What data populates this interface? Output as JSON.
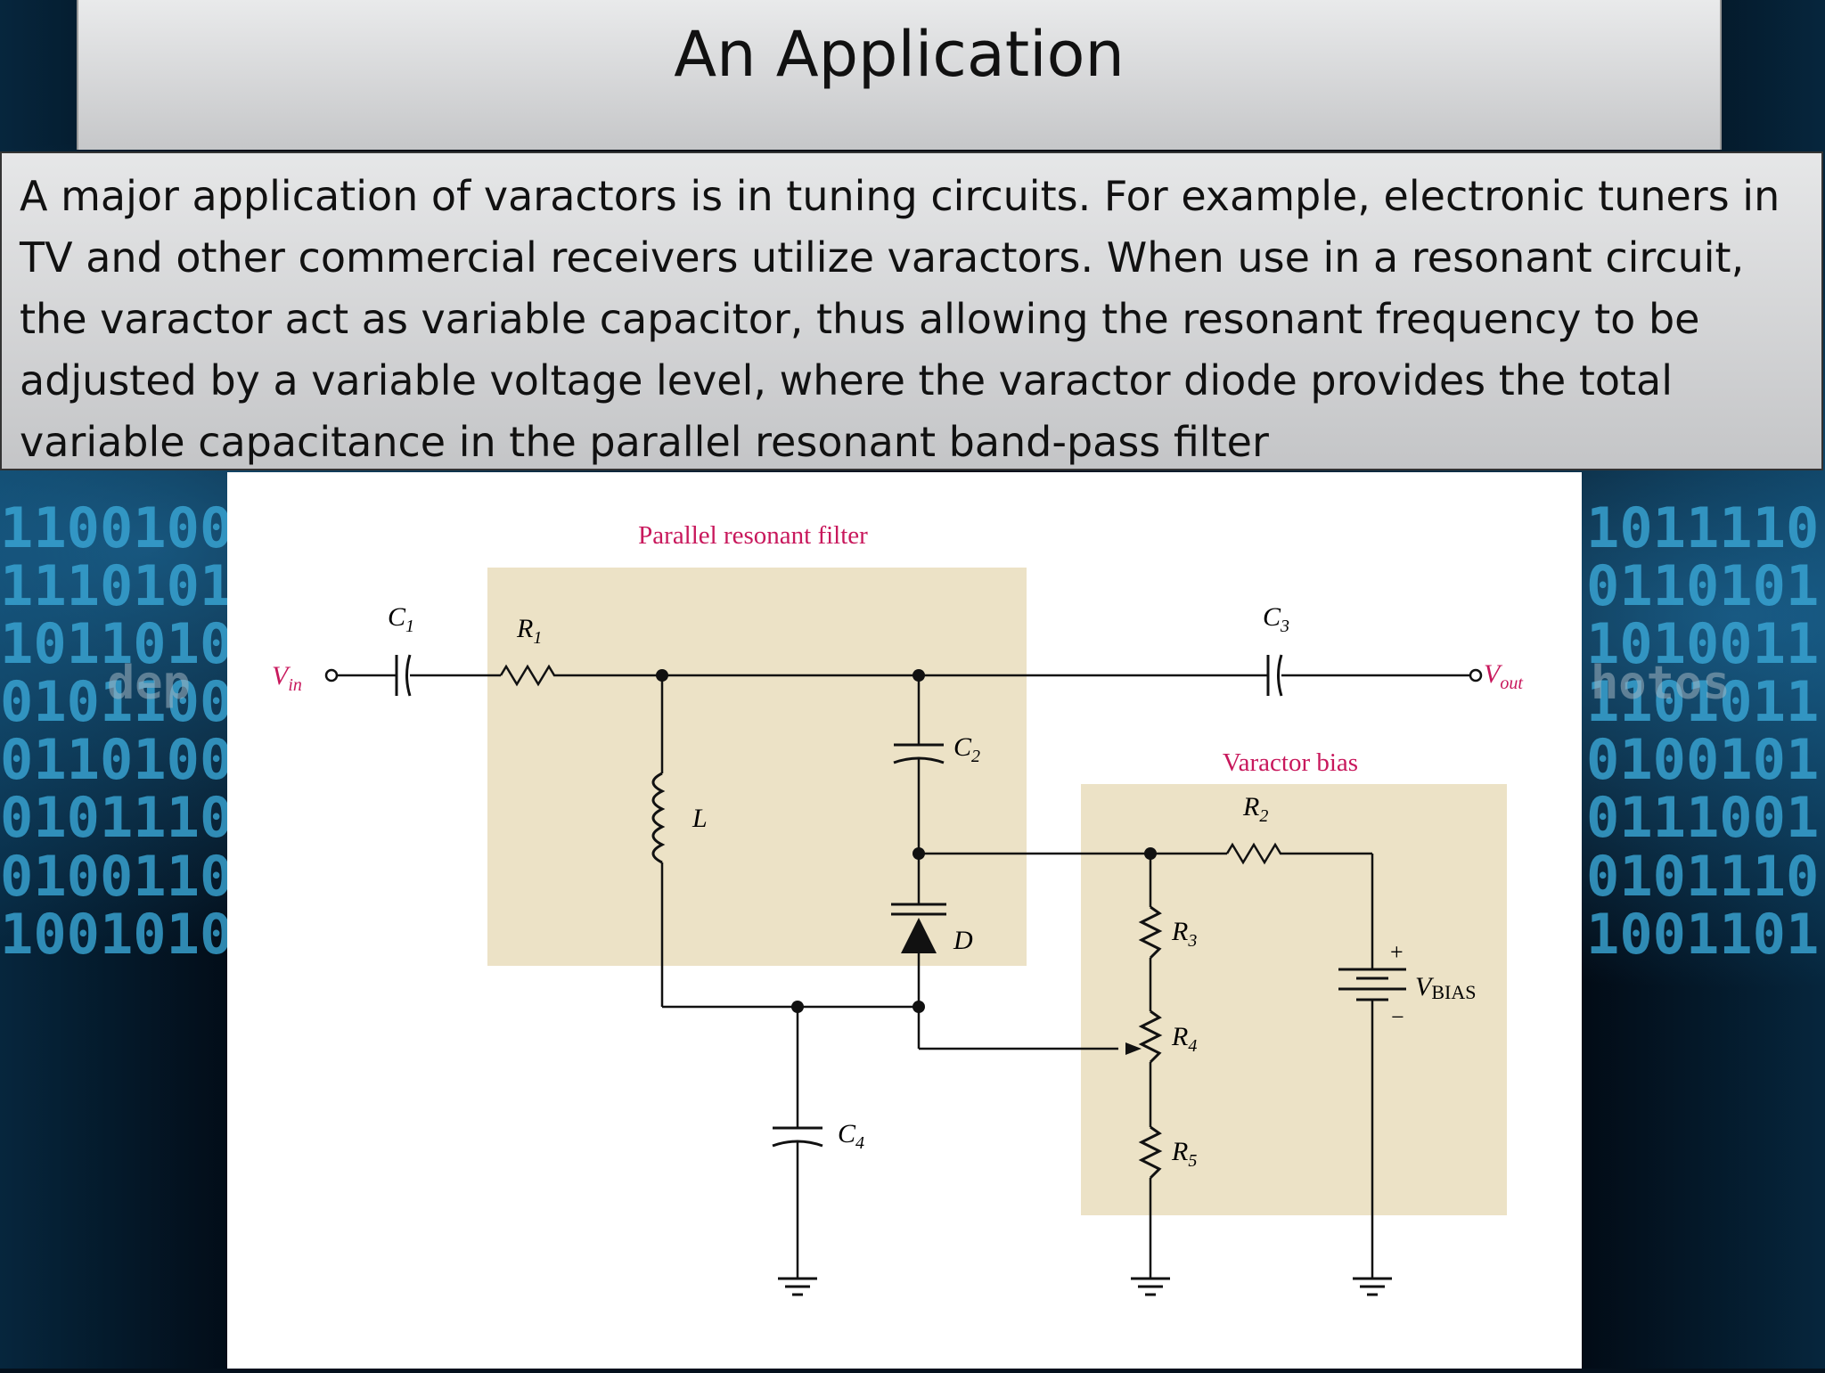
{
  "slide": {
    "title": "An Application",
    "body": "A major application of varactors is in tuning circuits. For example, electronic tuners in TV and other commercial receivers utilize varactors. When use in a resonant circuit, the varactor act as variable capacitor, thus allowing the resonant frequency to be adjusted by a variable voltage level, where the varactor diode provides the total variable capacitance in the parallel resonant band-pass filter"
  },
  "background": {
    "left_digits": [
      "1100100",
      "1110101",
      "1011010",
      "0101100",
      "0110100",
      "0101110",
      "0100110",
      "1001010"
    ],
    "right_digits": [
      "1011110",
      "0110101",
      "1010011",
      "1101011",
      "0100101",
      "0111001",
      "0101110",
      "1001101"
    ],
    "watermark_left": "dep",
    "watermark_right": "hotos"
  },
  "circuit": {
    "parallel_label": "Parallel resonant filter",
    "varactor_label": "Varactor bias",
    "vin": "V",
    "vin_sub": "in",
    "vout": "V",
    "vout_sub": "out",
    "c1": "C",
    "c1_sub": "1",
    "r1": "R",
    "r1_sub": "1",
    "c2": "C",
    "c2_sub": "2",
    "c3": "C",
    "c3_sub": "3",
    "c4": "C",
    "c4_sub": "4",
    "l": "L",
    "d": "D",
    "r2": "R",
    "r2_sub": "2",
    "r3": "R",
    "r3_sub": "3",
    "r4": "R",
    "r4_sub": "4",
    "r5": "R",
    "r5_sub": "5",
    "vbias": "V",
    "vbias_sub": "BIAS",
    "plus": "+",
    "minus": "−",
    "colors": {
      "label_pink": "#c8185c",
      "box_fill": "#ece2c6",
      "wire": "#111111"
    }
  }
}
